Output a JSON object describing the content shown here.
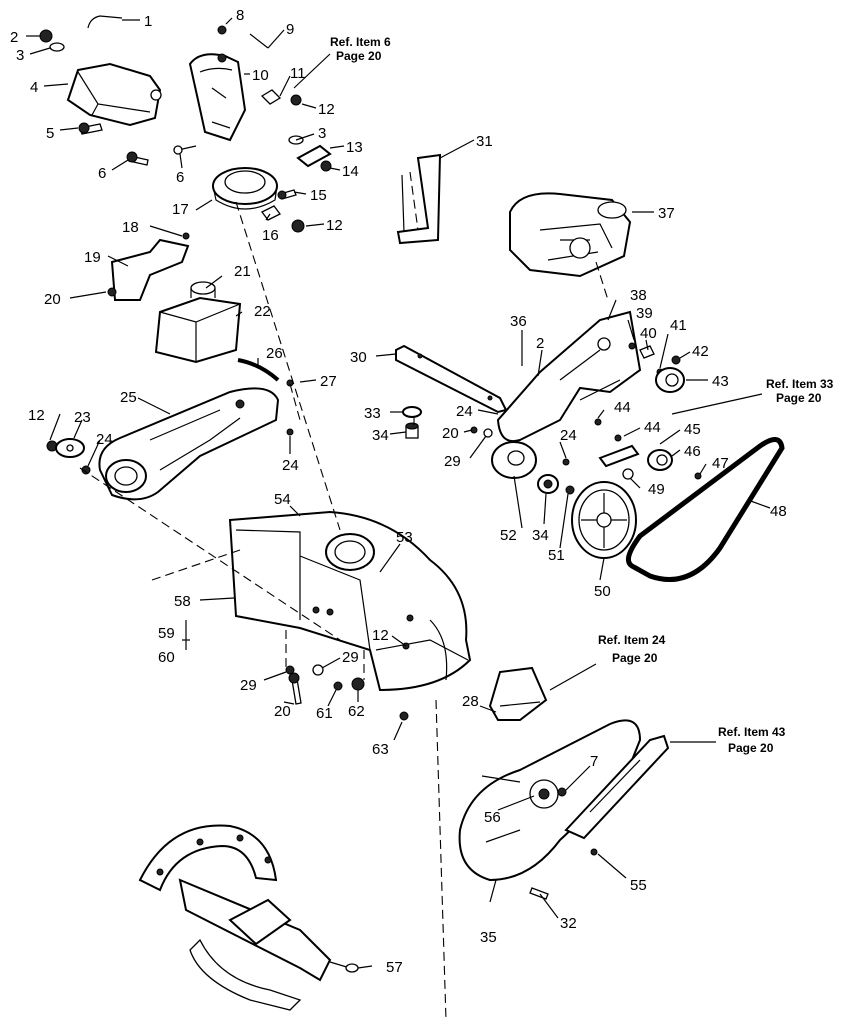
{
  "diagram": {
    "callouts": [
      {
        "id": "c1",
        "label": "1"
      },
      {
        "id": "c2a",
        "label": "2"
      },
      {
        "id": "c3a",
        "label": "3"
      },
      {
        "id": "c4",
        "label": "4"
      },
      {
        "id": "c5",
        "label": "5"
      },
      {
        "id": "c6a",
        "label": "6"
      },
      {
        "id": "c6b",
        "label": "6"
      },
      {
        "id": "c8",
        "label": "8"
      },
      {
        "id": "c9",
        "label": "9"
      },
      {
        "id": "c10",
        "label": "10"
      },
      {
        "id": "c11",
        "label": "11"
      },
      {
        "id": "c12a",
        "label": "12"
      },
      {
        "id": "c3b",
        "label": "3"
      },
      {
        "id": "c13",
        "label": "13"
      },
      {
        "id": "c14",
        "label": "14"
      },
      {
        "id": "c15",
        "label": "15"
      },
      {
        "id": "c17",
        "label": "17"
      },
      {
        "id": "c16",
        "label": "16"
      },
      {
        "id": "c12b",
        "label": "12"
      },
      {
        "id": "c18",
        "label": "18"
      },
      {
        "id": "c19",
        "label": "19"
      },
      {
        "id": "c21",
        "label": "21"
      },
      {
        "id": "c20a",
        "label": "20"
      },
      {
        "id": "c22",
        "label": "22"
      },
      {
        "id": "c26",
        "label": "26"
      },
      {
        "id": "c27",
        "label": "27"
      },
      {
        "id": "c25",
        "label": "25"
      },
      {
        "id": "c12c",
        "label": "12"
      },
      {
        "id": "c23",
        "label": "23"
      },
      {
        "id": "c24a",
        "label": "24"
      },
      {
        "id": "c24b",
        "label": "24"
      },
      {
        "id": "c31",
        "label": "31"
      },
      {
        "id": "c37",
        "label": "37"
      },
      {
        "id": "c38",
        "label": "38"
      },
      {
        "id": "c36",
        "label": "36"
      },
      {
        "id": "c39",
        "label": "39"
      },
      {
        "id": "c2b",
        "label": "2"
      },
      {
        "id": "c40",
        "label": "40"
      },
      {
        "id": "c41",
        "label": "41"
      },
      {
        "id": "c42",
        "label": "42"
      },
      {
        "id": "c30",
        "label": "30"
      },
      {
        "id": "c43",
        "label": "43"
      },
      {
        "id": "c33",
        "label": "33"
      },
      {
        "id": "c24c",
        "label": "24"
      },
      {
        "id": "c44a",
        "label": "44"
      },
      {
        "id": "c34a",
        "label": "34"
      },
      {
        "id": "c20b",
        "label": "20"
      },
      {
        "id": "c24d",
        "label": "24"
      },
      {
        "id": "c44b",
        "label": "44"
      },
      {
        "id": "c45",
        "label": "45"
      },
      {
        "id": "c46",
        "label": "46"
      },
      {
        "id": "c29a",
        "label": "29"
      },
      {
        "id": "c47",
        "label": "47"
      },
      {
        "id": "c49",
        "label": "49"
      },
      {
        "id": "c54",
        "label": "54"
      },
      {
        "id": "c48",
        "label": "48"
      },
      {
        "id": "c52",
        "label": "52"
      },
      {
        "id": "c34b",
        "label": "34"
      },
      {
        "id": "c53",
        "label": "53"
      },
      {
        "id": "c51",
        "label": "51"
      },
      {
        "id": "c58",
        "label": "58"
      },
      {
        "id": "c50",
        "label": "50"
      },
      {
        "id": "c59",
        "label": "59"
      },
      {
        "id": "c60",
        "label": "60"
      },
      {
        "id": "c12d",
        "label": "12"
      },
      {
        "id": "c29b",
        "label": "29"
      },
      {
        "id": "c29c",
        "label": "29"
      },
      {
        "id": "c20c",
        "label": "20"
      },
      {
        "id": "c61",
        "label": "61"
      },
      {
        "id": "c62",
        "label": "62"
      },
      {
        "id": "c28",
        "label": "28"
      },
      {
        "id": "c63",
        "label": "63"
      },
      {
        "id": "c7",
        "label": "7"
      },
      {
        "id": "c56",
        "label": "56"
      },
      {
        "id": "c55",
        "label": "55"
      },
      {
        "id": "c32",
        "label": "32"
      },
      {
        "id": "c35",
        "label": "35"
      },
      {
        "id": "c57",
        "label": "57"
      }
    ],
    "references": [
      {
        "id": "r6",
        "line1": "Ref. Item 6",
        "line2": "Page 20"
      },
      {
        "id": "r33",
        "line1": "Ref. Item 33",
        "line2": "Page 20"
      },
      {
        "id": "r24",
        "line1": "Ref. Item 24",
        "line2": "Page 20"
      },
      {
        "id": "r43",
        "line1": "Ref. Item 43",
        "line2": "Page 20"
      }
    ]
  }
}
